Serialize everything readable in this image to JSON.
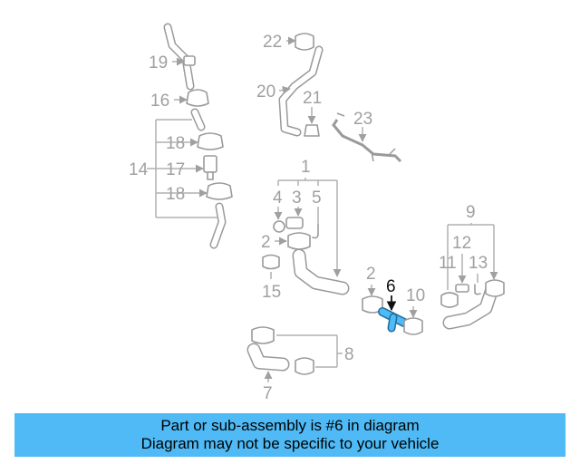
{
  "callouts": {
    "c1": "1",
    "c2a": "2",
    "c2b": "2",
    "c3": "3",
    "c4": "4",
    "c5": "5",
    "c6": "6",
    "c7": "7",
    "c8": "8",
    "c9": "9",
    "c10": "10",
    "c11": "11",
    "c12": "12",
    "c13": "13",
    "c14": "14",
    "c15": "15",
    "c16": "16",
    "c17": "17",
    "c18a": "18",
    "c18b": "18",
    "c19": "19",
    "c20": "20",
    "c21": "21",
    "c22": "22",
    "c23": "23"
  },
  "colors": {
    "highlight": "#4fbaf5",
    "part_gray": "#9a9a9a"
  },
  "banner": {
    "line1": "Part or sub-assembly is #6 in diagram",
    "line2": "Diagram may not be specific to your vehicle"
  }
}
